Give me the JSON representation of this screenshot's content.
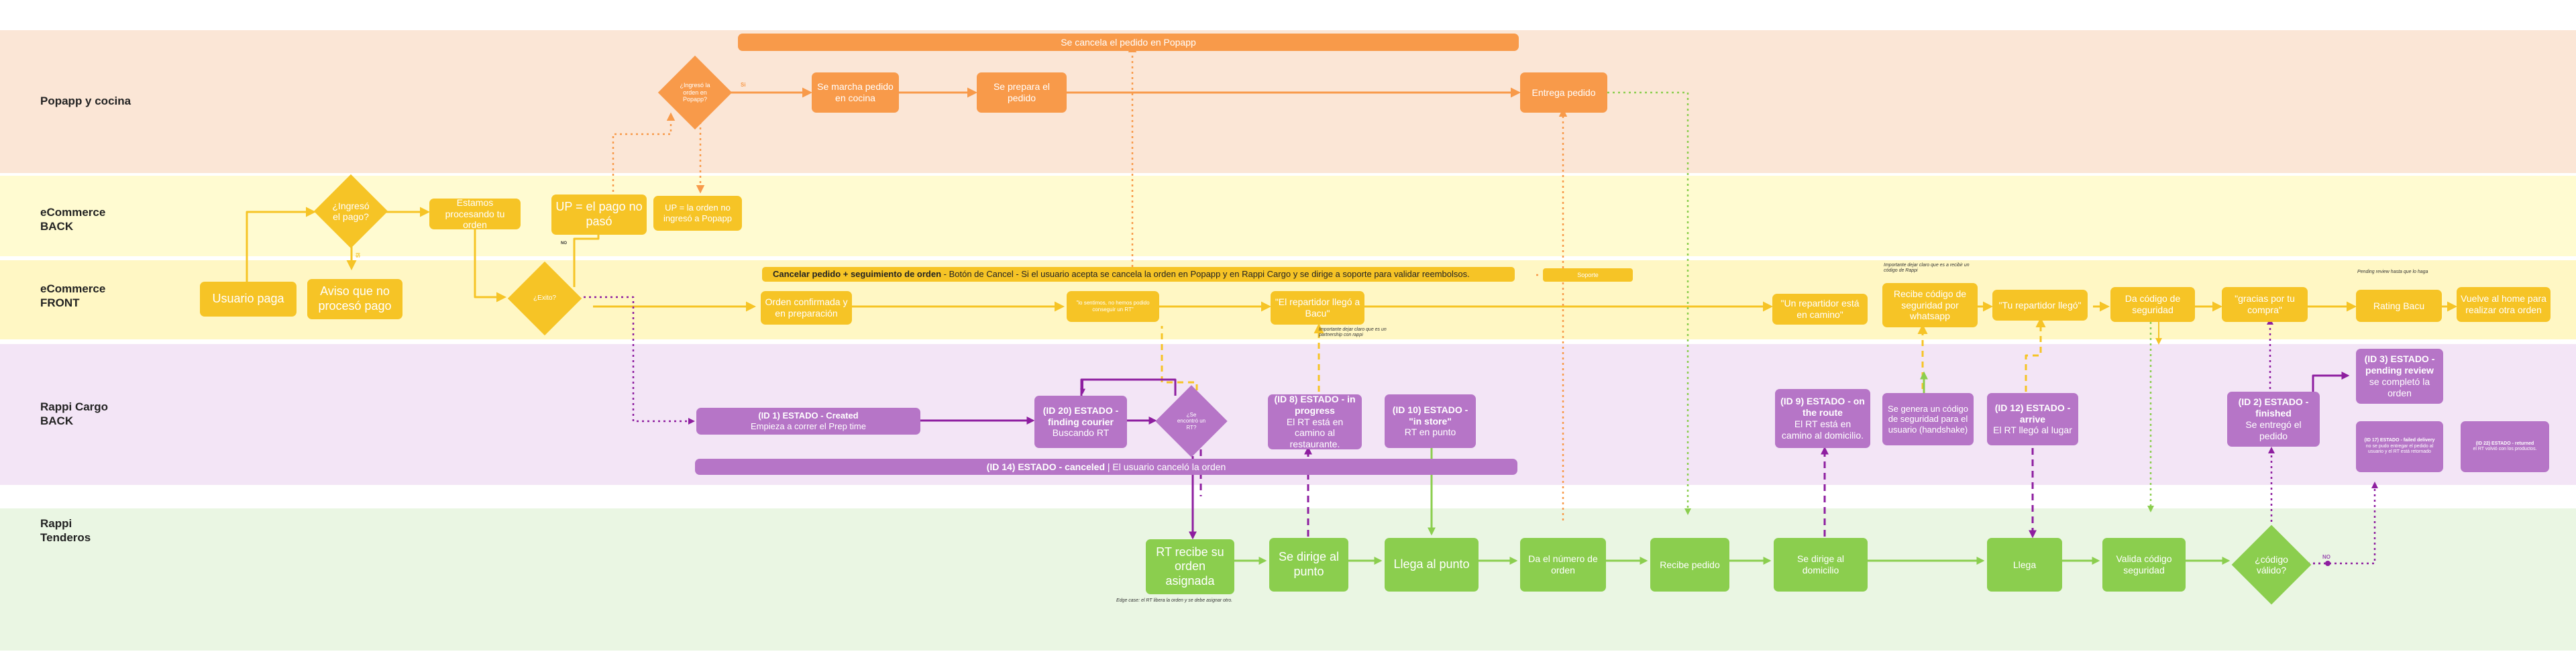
{
  "colors": {
    "lane_popapp": "#fbe6d6",
    "lane_ecom_back": "#fffbd1",
    "lane_ecom_front": "#fff7c4",
    "lane_rappi_cargo": "#f3e5f6",
    "lane_rappi_tenderos": "#eaf6e3",
    "yellow": "#f6c426",
    "orange": "#f89a4a",
    "purple": "#b675c7",
    "dark_purple": "#8e1ea0",
    "green": "#8bce4e"
  },
  "lanes": [
    {
      "id": "popapp",
      "label": "Popapp y cocina"
    },
    {
      "id": "ecom_back",
      "label": "eCommerce\nBACK"
    },
    {
      "id": "ecom_front",
      "label": "eCommerce\nFRONT"
    },
    {
      "id": "cargo_back",
      "label": "Rappi Cargo\nBACK"
    },
    {
      "id": "tenderos",
      "label": "Rappi\nTenderos"
    }
  ],
  "popapp": {
    "cancel_bar": "Se cancela el pedido en Popapp",
    "dia_ingreso_orden": "¿Ingresó la orden en Popapp?",
    "si_label": "Si",
    "marcha_pedido": "Se marcha pedido en cocina",
    "prepara_pedido": "Se prepara el pedido",
    "entrega_pedido": "Entrega pedido"
  },
  "ecom_back": {
    "dia_ingreso_pago": "¿Ingresó el pago?",
    "si_label": "SI",
    "procesando": "Estamos procesando tu orden",
    "up_pago": "UP = el pago no pasó",
    "up_orden": "UP = la orden no ingresó a Popapp",
    "no_label": "NO"
  },
  "ecom_front": {
    "usuario_paga": "Usuario paga",
    "aviso_no": "Aviso que no procesó pago",
    "dia_exito": "¿Exito?",
    "cancel_bold": "Cancelar pedido + seguimiento de orden",
    "cancel_rest": " - Botón de Cancel - Si el usuario acepta se cancela la orden en Popapp y en Rappi Cargo y se dirige a soporte para validar reembolsos.",
    "soporte": "Soporte",
    "orden_confirmada": "Orden confirmada y en preparación",
    "lo_sentimos": "\"lo sentimos, no hemos podido conseguir un RT\"",
    "rep_llego_bacu": "\"El repartidor llegó a Bacu\"",
    "note_partnership": "Importante dejar claro que es un partnership con rappi",
    "rt_en_camino": "\"Un repartidor está en camino\"",
    "note_codigo": "Importante dejar claro que es a recibir un código de Rappi",
    "recibe_codigo": "Recibe código de seguridad por whatsapp",
    "tu_rep_llego": "\"Tu repartidor llegó\"",
    "da_codigo": "Da código de seguridad",
    "gracias": "\"gracias por tu compra\"",
    "note_review": "Pending review hasta que lo haga",
    "rating_bacu": "Rating Bacu",
    "vuelve_home": "Vuelve al home para realizar otra orden"
  },
  "cargo_back": {
    "created_title": "(ID 1) ESTADO - Created",
    "created_sub": "Empieza a correr el Prep time",
    "finding_title": "(ID 20) ESTADO - finding courier",
    "finding_sub": "Buscando RT",
    "dia_encontro": "¿Se encontró un RT?",
    "in_progress_title": "(ID 8) ESTADO - in progress",
    "in_progress_sub": "El RT está en camino al restaurante.",
    "in_store_title": "(ID 10) ESTADO - \"in store\"",
    "in_store_sub": "RT en punto",
    "canceled_title": "(ID 14) ESTADO - canceled",
    "canceled_sub": " | El usuario canceló la orden",
    "on_route_title": "(ID 9) ESTADO - on the route",
    "on_route_sub": "El RT está en camino al domicilio.",
    "genera_codigo": "Se genera un código de seguridad para el usuario (handshake)",
    "arrive_title": "(ID 12) ESTADO - arrive",
    "arrive_sub": "El RT llegó al lugar",
    "finished_title": "(ID 2) ESTADO - finished",
    "finished_sub": "Se entregó el pedido",
    "pending_review_title": "(ID 3) ESTADO - pending review",
    "pending_review_sub": "se completó la orden",
    "failed_title": "(ID 17) ESTADO - failed delivery",
    "failed_sub": "no se pudo entregar el pedido al usuario y el RT está retornado",
    "returned_title": "(ID 22) ESTADO - returned",
    "returned_sub": "el RT volvió con los productos."
  },
  "tenderos": {
    "rt_recibe": "RT recibe su orden asignada",
    "note_edge": "Edge case: el RT libera la orden y se debe asignar otro.",
    "dirige_punto": "Se dirige al punto",
    "llega_punto": "Llega al punto",
    "da_numero": "Da el número de orden",
    "recibe_pedido": "Recibe pedido",
    "dirige_domicilio": "Se dirige al domicilio",
    "llega": "Llega",
    "valida_codigo": "Valida código seguridad",
    "dia_codigo_valido": "¿código válido?",
    "no_label": "NO"
  }
}
